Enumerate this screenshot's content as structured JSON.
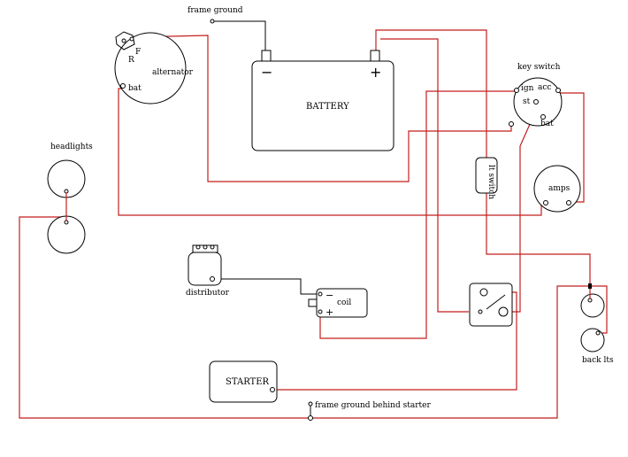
{
  "labels": {
    "frame_ground": "frame ground",
    "battery": "BATTERY",
    "battery_minus": "−",
    "battery_plus": "+",
    "alternator": "alternator",
    "alt_R": "R",
    "alt_F": "F",
    "alt_bat": "bat",
    "key_switch": "key switch",
    "ks_ign": "ign",
    "ks_acc": "acc",
    "ks_st": "st",
    "ks_bat": "bat",
    "headlights": "headlights",
    "lt_switch": "lt switch",
    "amps": "amps",
    "distributor": "distributor",
    "coil": "coil",
    "coil_minus": "−",
    "coil_plus": "+",
    "starter": "STARTER",
    "frame_ground_starter": "frame ground behind starter",
    "back_lts": "back lts"
  },
  "colors": {
    "wire": "#c41e1e",
    "outline": "#000000"
  }
}
